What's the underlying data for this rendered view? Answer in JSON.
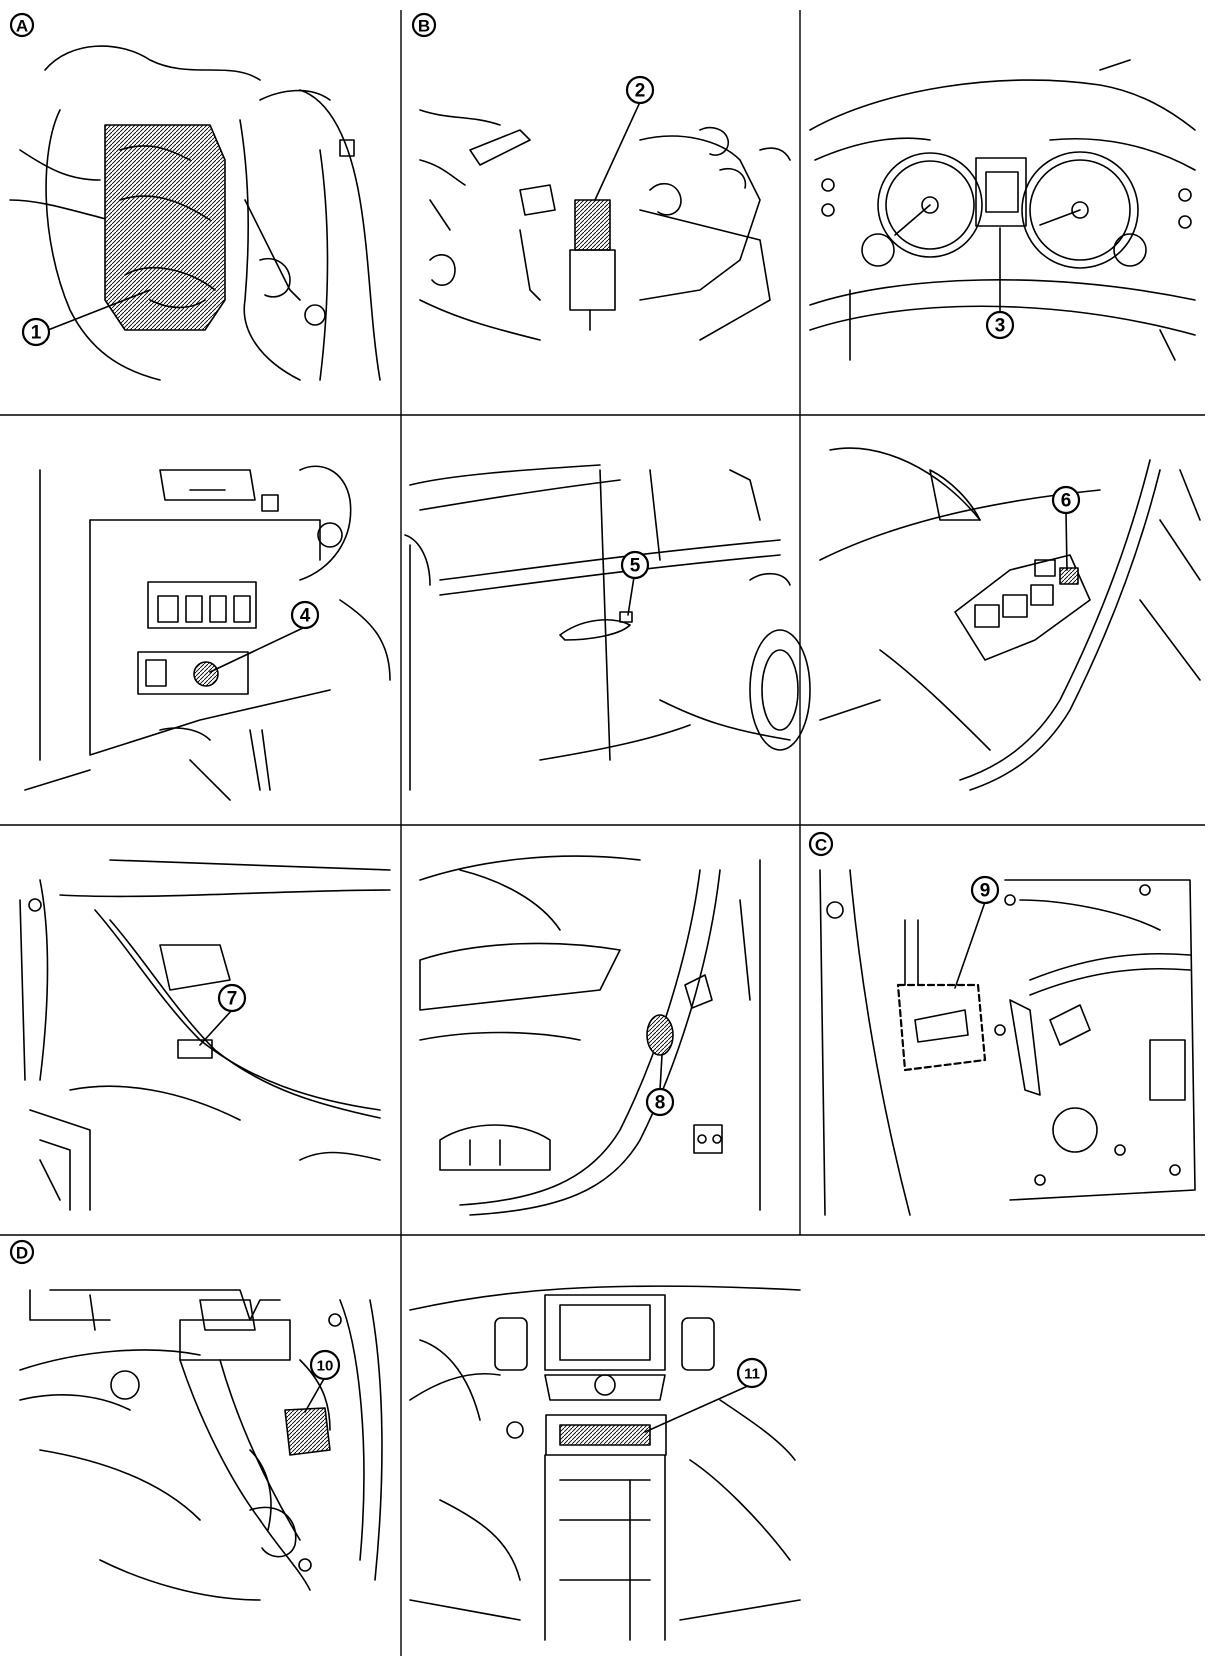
{
  "panel_labels": {
    "A": "A",
    "B": "B",
    "C": "C",
    "D": "D"
  },
  "callouts": {
    "c1": "1",
    "c2": "2",
    "c3": "3",
    "c4": "4",
    "c5": "5",
    "c6": "6",
    "c7": "7",
    "c8": "8",
    "c9": "9",
    "c10": "10",
    "c11": "11"
  }
}
